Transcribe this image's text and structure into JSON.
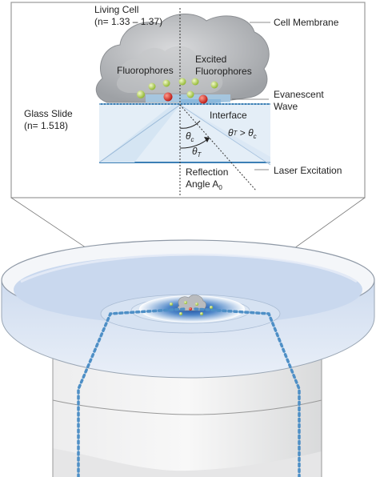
{
  "labels": {
    "living_cell": "Living Cell",
    "living_cell_index": "(n= 1.33 – 1.37)",
    "cell_membrane": "Cell Membrane",
    "fluorophores": "Fluorophores",
    "excited_line1": "Excited",
    "excited_line2": "Fluorophores",
    "evanescent_line1": "Evanescent",
    "evanescent_line2": "Wave",
    "glass_slide": "Glass Slide",
    "glass_slide_index": "(n= 1.518)",
    "interface": "Interface",
    "theta_c": "θ",
    "theta_c_sub": "c",
    "theta_t": "θ",
    "theta_t_sub": "T",
    "inequality_theta": "θ",
    "inequality_t": "T",
    "inequality_op": " > ",
    "inequality_theta2": "θ",
    "inequality_c": "c",
    "laser_excitation": "Laser Excitation",
    "reflection_line1": "Reflection",
    "reflection_line2": "Angle A",
    "reflection_sub": "0"
  },
  "colors": {
    "cell": "#b7b9bc",
    "cell_edge": "#8e9195",
    "fluorophore_green": "#b8d64a",
    "fluorophore_red": "#d8312b",
    "glass_fill": "#e3eef7",
    "glass_line": "#4a8fbf",
    "evanescent": "#a6cbe8",
    "laser": "#5a93c4",
    "dish_water": "#c6d7ee"
  }
}
